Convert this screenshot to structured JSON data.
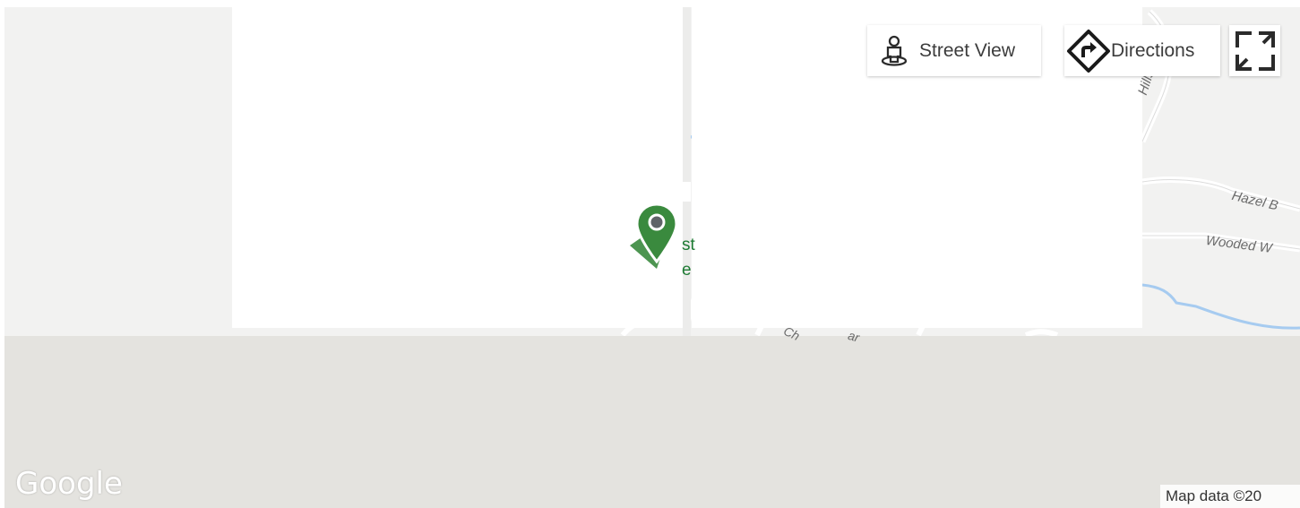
{
  "map": {
    "controls": {
      "street_view_label": "Street View",
      "directions_label": "Directions"
    },
    "roads": {
      "hillside": "Hillside",
      "hazel": "Hazel B",
      "wooded": "Wooded W",
      "partial_bottom": "Ch",
      "partial_bottom2": "ar"
    },
    "poi": {
      "line1": "st",
      "line2": "e"
    },
    "logo_text": "Google",
    "attribution": "Map data ©20",
    "colors": {
      "marker": "#3a8a3e",
      "water": "#a6cbf0",
      "land": "#f2f2f1",
      "band": "#e4e3df"
    }
  }
}
